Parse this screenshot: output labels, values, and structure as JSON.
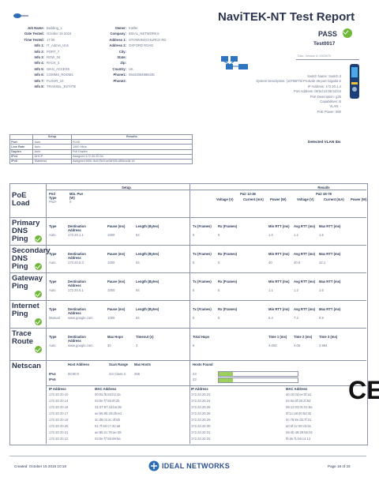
{
  "header": {
    "title": "NaviTEK-NT Test Report",
    "result": "PASS",
    "test_name": "Test0017",
    "serial": "Disc: Version #: 0003970",
    "colors": {
      "pass": "#6fb83a",
      "ink": "#2b3550"
    }
  },
  "job_info": [
    {
      "label": "Job Name:",
      "value": "Building_1"
    },
    {
      "label": "Date Tested:",
      "value": "October 15 2015"
    },
    {
      "label": "Time Tested:",
      "value": "17:06"
    },
    {
      "label": "Info 1:",
      "value": "IT_Admin_Unit"
    },
    {
      "label": "Info 2:",
      "value": "PORT_7"
    },
    {
      "label": "Info 3:",
      "value": "ROW_04"
    },
    {
      "label": "Info 4:",
      "value": "RACK_3"
    },
    {
      "label": "Info 5:",
      "value": "WAN_ACCESS"
    },
    {
      "label": "Info 6:",
      "value": "COMMS_ROOM1"
    },
    {
      "label": "Info 7:",
      "value": "FLOOR_10"
    },
    {
      "label": "Info 8:",
      "value": "TRANSEL_ESTATE"
    }
  ],
  "owner_info": [
    {
      "label": "Owner:",
      "value": "Kieller"
    },
    {
      "label": "Company:",
      "value": "IDEAL_NETWORKS"
    },
    {
      "label": "Address 1:",
      "value": "STONNINGCHURCH RD"
    },
    {
      "label": "Address 2:",
      "value": "OXFORD ROAD"
    },
    {
      "label": "City:",
      "value": ""
    },
    {
      "label": "State:",
      "value": ""
    },
    {
      "label": "Zip:",
      "value": ""
    },
    {
      "label": "Country:",
      "value": "UK"
    },
    {
      "label": "Phone1:",
      "value": "08442084888435"
    },
    {
      "label": "Phone2:",
      "value": ""
    }
  ],
  "switch_info": [
    "Switch Name: Switch 3",
    "System Description: (1075BT/sl ProSafe 48-port Gigabit S",
    "IP Address: 172.20.1.4",
    "Port Address: 08:bd:43:bb:b3:b4",
    "Port Description: g25",
    "Capabilities: B",
    "VLAN: -",
    "PoE Power: 560"
  ],
  "link_table": {
    "headers": [
      "",
      "Setup",
      "Results"
    ],
    "rows": [
      [
        "Port",
        "Auto",
        "RJ45"
      ],
      [
        "Line Rate",
        "Auto",
        "1000 Mb/s"
      ],
      [
        "Duplex",
        "Auto",
        "Full Duplex"
      ],
      [
        "IPv4",
        "DHCP",
        "Assigned 172.20.20.34"
      ],
      [
        "IPv6",
        "Stateless",
        "Assigned fd00::5c0:f3b3:ce08:f26:d85b:b48:16"
      ]
    ],
    "vlan_title": "Detected VLAN IDs"
  },
  "test_table": {
    "setup_header": "Setup",
    "results_header": "Results",
    "poe": {
      "label": "PoE Load",
      "setup_headers": [
        "Pnd",
        "Min. Pwr"
      ],
      "setup_rows": [
        [
          "Type",
          "(W)"
        ],
        [
          "Pnd+",
          "0"
        ]
      ],
      "pair1": "Pair 12-36",
      "pair2": "Pair 45-78",
      "result_headers": [
        "Voltage (V)",
        "Current (mA)",
        "Power (W)",
        "Voltage (V)",
        "Current (mA)",
        "Power (W)"
      ]
    },
    "sections": [
      {
        "label": "Primary DNS Ping",
        "headers": [
          "Type",
          "Destination Address",
          "Pause (ms)",
          "Length (Bytes)",
          "Tx (Frames)",
          "Rx (Frames)",
          "Min RTT (ms)",
          "Avg RTT (ms)",
          "Max RTT (ms)"
        ],
        "values": [
          "Auto",
          "172.20.1.1",
          "1000",
          "64",
          "5",
          "5",
          "1.0",
          "1.2",
          "1.5"
        ]
      },
      {
        "label": "Secondary DNS Ping",
        "headers": [
          "Type",
          "Destination Address",
          "Pause (ms)",
          "Length (Bytes)",
          "Tx (Frames)",
          "Rx (Frames)",
          "Min RTT (ms)",
          "Avg RTT (ms)",
          "Max RTT (ms)"
        ],
        "values": [
          "Auto",
          "172.20.5.3",
          "1000",
          "64",
          "5",
          "5",
          "40",
          "40.6",
          "42.1"
        ]
      },
      {
        "label": "Gateway Ping",
        "headers": [
          "Type",
          "Destination Address",
          "Pause (ms)",
          "Length (Bytes)",
          "Tx (Frames)",
          "Rx (Frames)",
          "Min RTT (ms)",
          "Avg RTT (ms)",
          "Max RTT (ms)"
        ],
        "values": [
          "Auto",
          "172.20.0.1",
          "1000",
          "64",
          "5",
          "5",
          "1.1",
          "1.2",
          "1.6"
        ]
      },
      {
        "label": "Internet Ping",
        "headers": [
          "Type",
          "Destination Address",
          "Pause (ms)",
          "Length (Bytes)",
          "Tx (Frames)",
          "Rx (Frames)",
          "Min RTT (ms)",
          "Avg RTT (ms)",
          "Max RTT (ms)"
        ],
        "values": [
          "Manual",
          "www.google.com",
          "1000",
          "64",
          "5",
          "5",
          "6.4",
          "7.2",
          "8.8"
        ]
      },
      {
        "label": "Trace Route",
        "headers": [
          "Type",
          "Destination Address",
          "Max Hops",
          "Timeout (s)",
          "Total Hops",
          "",
          "Time 1 (ms)",
          "Time 2 (ms)",
          "Time 3 (ms)"
        ],
        "values": [
          "Auto",
          "www.google.com",
          "30",
          "3",
          "8",
          "",
          "4.003",
          "4.05",
          "3.984"
        ]
      }
    ],
    "netscan": {
      "label": "Netscan",
      "headers": [
        "",
        "Host Address",
        "Scan Range",
        "Max Hosts",
        "Hosts Found"
      ],
      "rows": [
        [
          "IPv4",
          "00:00:0",
          "/24 Class C",
          "256",
          "23"
        ],
        [
          "IPv6",
          "",
          "",
          "",
          "23"
        ]
      ],
      "bar_fill": 0.18,
      "col_headers": [
        "IP Address",
        "MAC Address",
        "IP Address",
        "MAC Address"
      ],
      "list": [
        [
          "172.20.20.10",
          "00:0a:f5:83:b2:4a",
          "172.20.20.23",
          "ab:c0:0d:ee:5f:a1"
        ],
        [
          "172.20.20.14",
          "04:0e:f7:5b:9f:2b",
          "172.20.20.24",
          "04:0a:0f:35:2f:6d"
        ],
        [
          "172.20.20.16",
          "31:37:87:1b:ba:39",
          "172.20.20.26",
          "08:12:03:0c:01:6a"
        ],
        [
          "172.20.20.17",
          "ae:b6:9b:20:d6:ed",
          "172.20.20.28",
          "0f:1c:a8:40:5d:32"
        ],
        [
          "172.20.20.19",
          "3c:d9:cb:2c:4f:6b",
          "172.20.20.29",
          "0c:76:8e:d3:7f:21"
        ],
        [
          "172.20.20.20",
          "51:7f:63:c7:32:a6",
          "172.20.20.30",
          "a0:4f:1c:93:c5:b1"
        ],
        [
          "172.20.20.21",
          "ae:85:2c:76:ae:38",
          "172.20.20.31",
          "08:4b:48:29:65:04"
        ],
        [
          "172.20.20.22",
          "04:0e:f7:5b:99:5a",
          "172.20.20.33",
          "f0:de:f1:b6:c4:13"
        ]
      ]
    }
  },
  "ce_mark": "CE",
  "footer": {
    "created": "Created: October 15 2015 10:18",
    "brand": "IDEAL NETWORKS",
    "page": "Page 18 of 33"
  }
}
